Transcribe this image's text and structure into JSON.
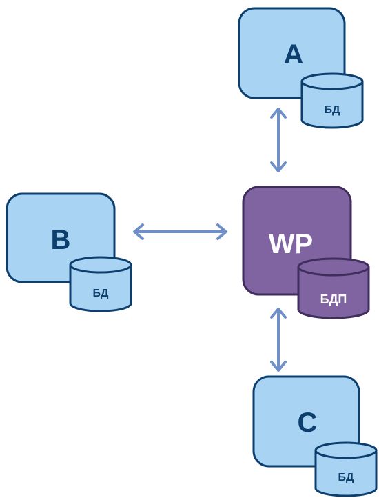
{
  "colors": {
    "node_fill": "#a9d3f2",
    "node_stroke": "#0d3f6e",
    "node_text": "#0d3f6e",
    "hub_fill": "#8064a2",
    "hub_stroke": "#3f2d5c",
    "hub_text": "#ffffff",
    "arrow": "#6f8fc9"
  },
  "nodes": {
    "a": {
      "label": "A",
      "db_label": "БД"
    },
    "b": {
      "label": "B",
      "db_label": "БД"
    },
    "c": {
      "label": "C",
      "db_label": "БД"
    },
    "wp": {
      "label": "WP",
      "db_label": "БДП"
    }
  }
}
